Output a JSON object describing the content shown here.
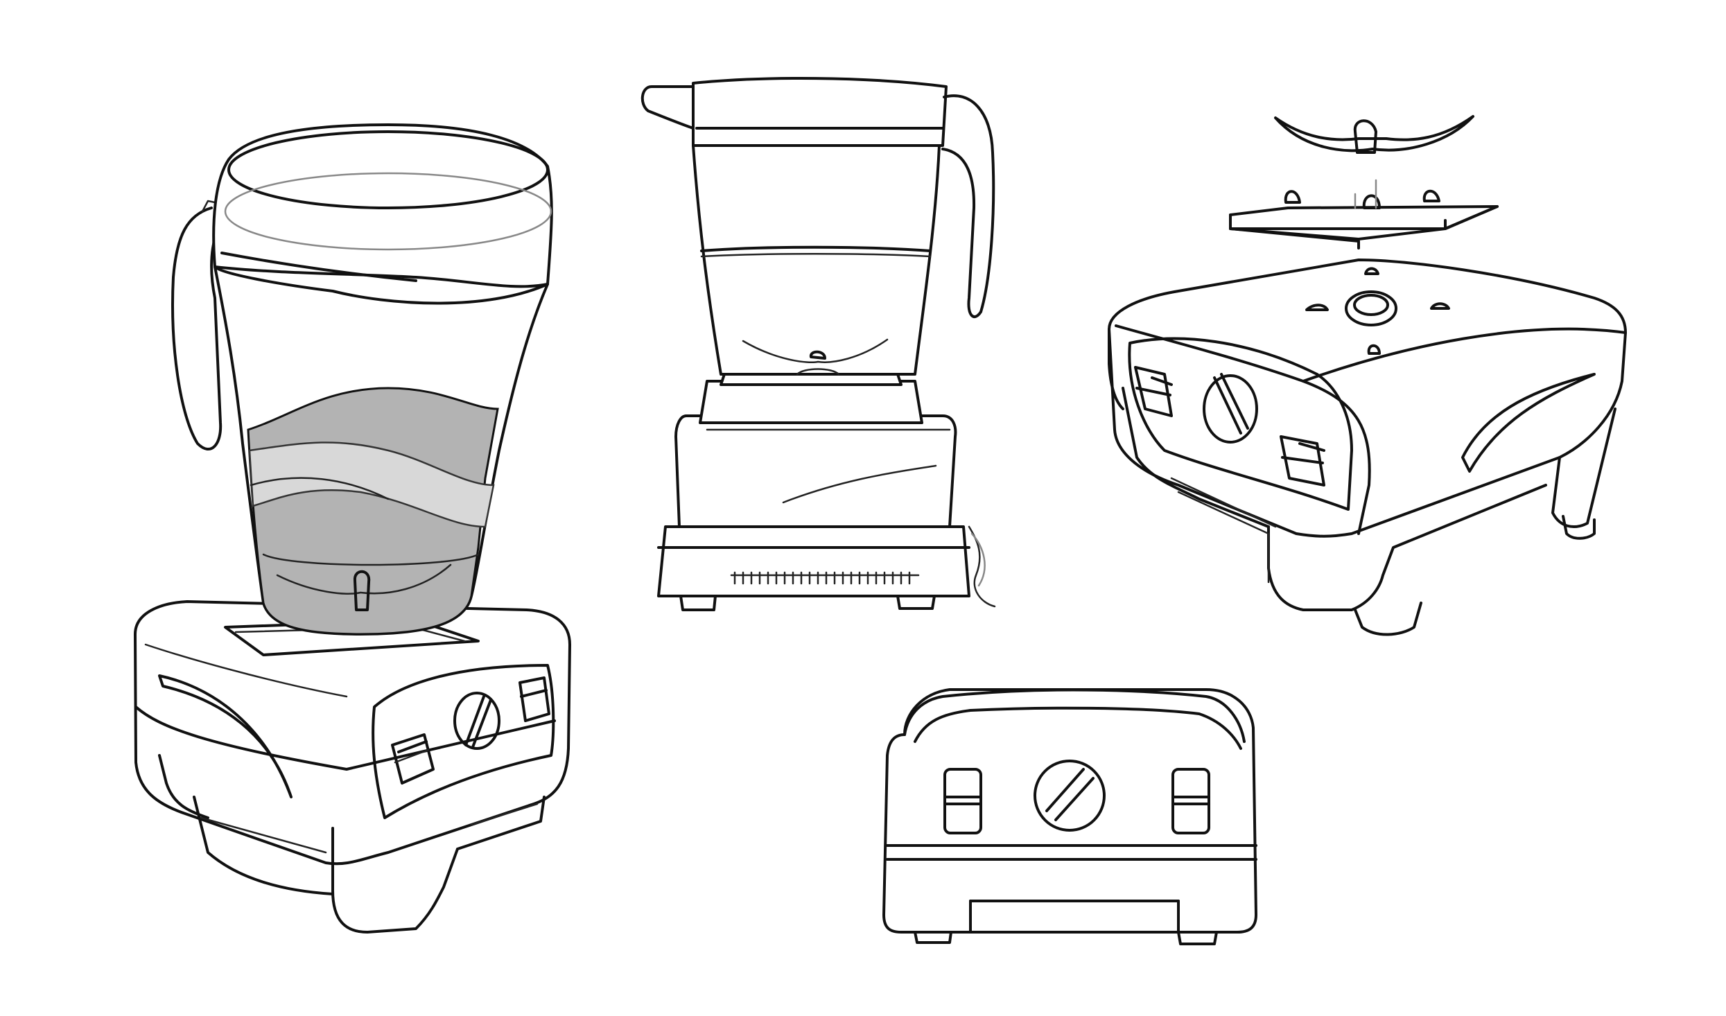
{
  "sheet": {
    "background": "#ffffff",
    "ink": "#111111",
    "liquid_fill": "#b8b8b8",
    "liquid_fill_light": "#dcdcdc"
  },
  "views": [
    {
      "name": "perspective-blender-with-jar",
      "icon": "blender-icon"
    },
    {
      "name": "front-blender-with-pitcher",
      "icon": "blender-icon"
    },
    {
      "name": "exploded-motor-base-with-blade",
      "icon": "blade-icon"
    },
    {
      "name": "front-control-panel",
      "icon": "dial-icon"
    }
  ]
}
